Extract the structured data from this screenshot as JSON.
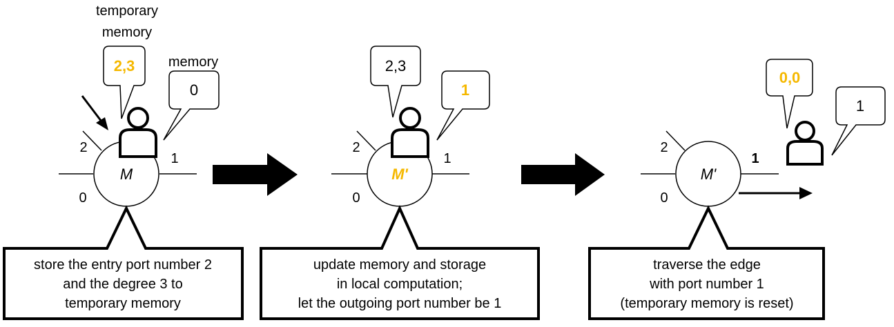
{
  "colors": {
    "highlight": "#f5b800",
    "ink": "#000000",
    "background": "#ffffff"
  },
  "icons": [
    "agent-person-icon",
    "right-arrow-icon",
    "entry-arrow-icon"
  ],
  "labels": {
    "temporary_memory_line1": "temporary",
    "temporary_memory_line2": "memory",
    "memory": "memory"
  },
  "steps": [
    {
      "node_label": "M",
      "temp_memory": "2,3",
      "memory": "0",
      "ports": {
        "p0": "0",
        "p1": "1",
        "p2": "2"
      },
      "caption": [
        "store the entry port number 2",
        "and the degree 3 to",
        "temporary memory"
      ]
    },
    {
      "node_label": "M'",
      "temp_memory": "2,3",
      "memory": "1",
      "ports": {
        "p0": "0",
        "p1": "1",
        "p2": "2"
      },
      "caption": [
        "update memory and storage",
        "in local computation;",
        "let the outgoing port number be 1"
      ]
    },
    {
      "node_label": "M'",
      "temp_memory": "0,0",
      "memory": "1",
      "ports": {
        "p0": "0",
        "p1": "1",
        "p2": "2"
      },
      "caption": [
        "traverse the edge",
        "with port number 1",
        "(temporary memory is reset)"
      ]
    }
  ]
}
